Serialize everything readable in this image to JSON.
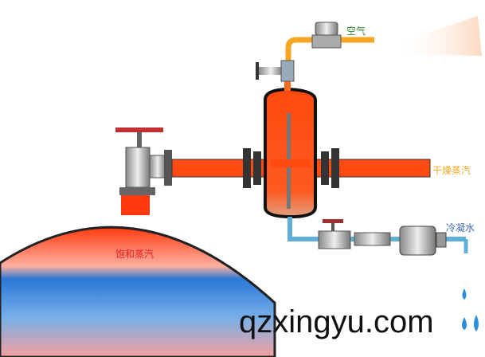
{
  "labels": {
    "air": "空气",
    "dry_steam": "干燥蒸汽",
    "condensate": "冷凝水",
    "saturated_steam": "饱和蒸汽"
  },
  "watermark": "qzxingyu.com",
  "colors": {
    "steam": "#ff4a10",
    "air_pipe": "#f5a623",
    "condensate": "#5fb0d8",
    "water": "#2a8fd8",
    "air_label": "#3a8a3a",
    "dry_steam_label": "#f5a623",
    "condensate_label": "#3a6ab0",
    "saturated_label": "#e02020"
  }
}
